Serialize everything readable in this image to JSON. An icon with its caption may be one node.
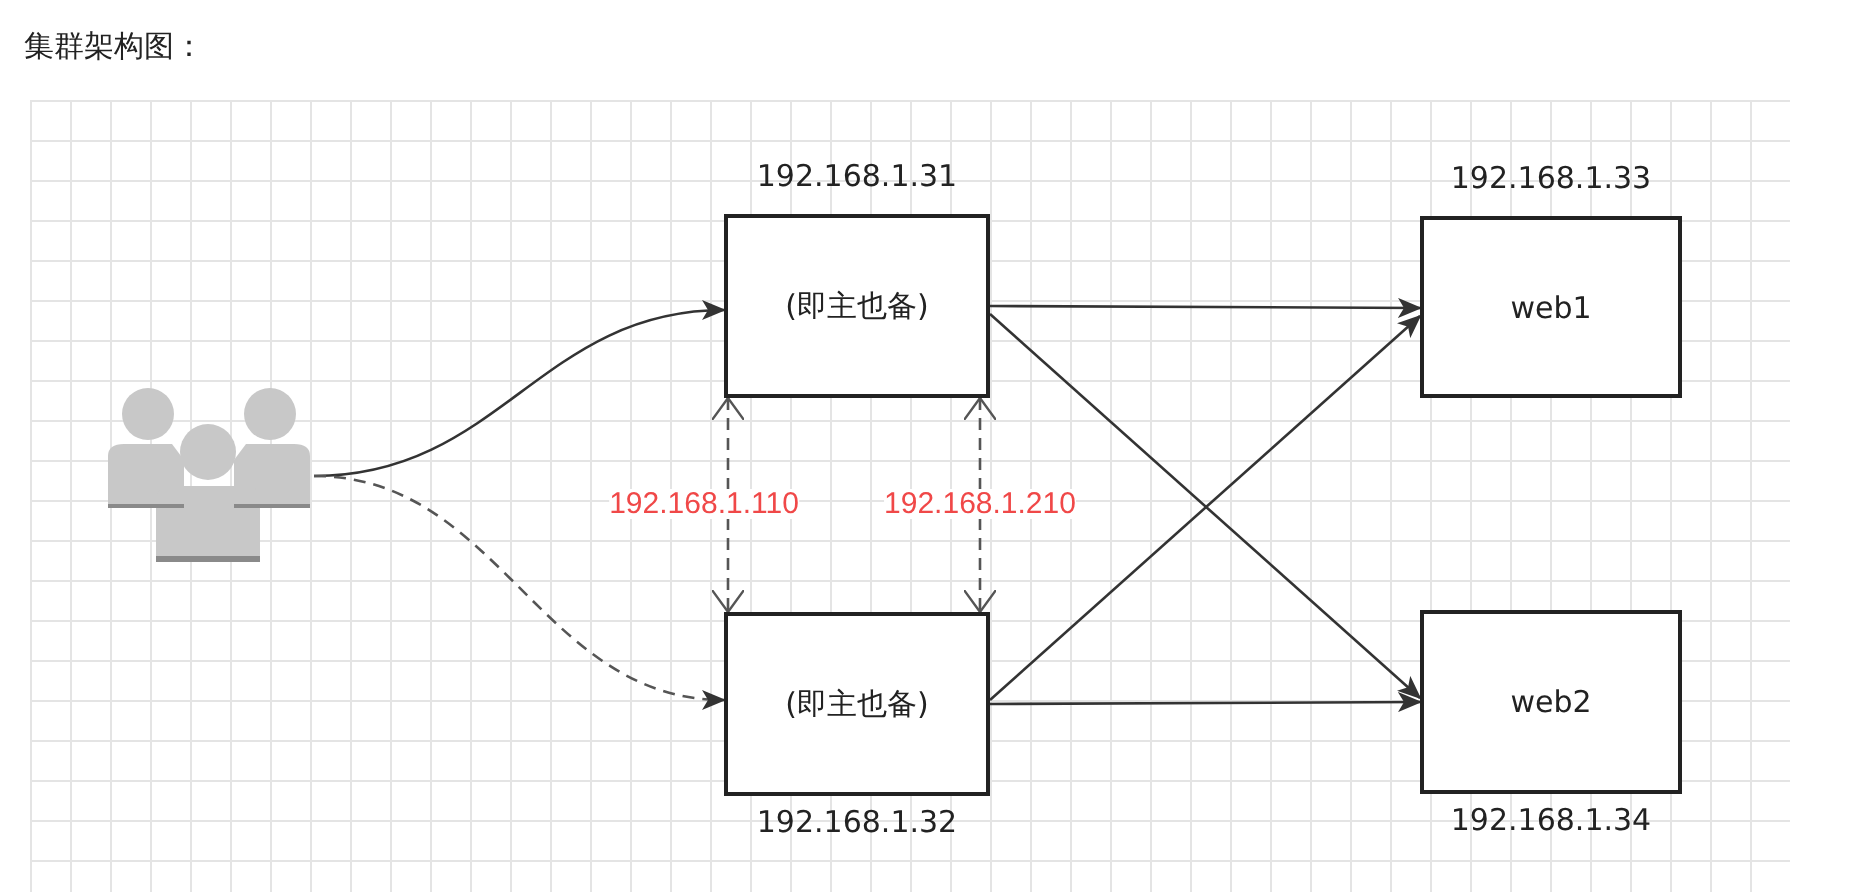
{
  "diagram": {
    "title": "集群架构图：",
    "nodes": [
      {
        "text": [],
        "shape": "person"
      },
      {
        "text": [
          "(即主也备)"
        ],
        "beside": [
          "192.168.1.31"
        ]
      },
      {
        "text": [
          "(即主也备)"
        ],
        "beside": [
          "192.168.1.32"
        ]
      },
      {
        "text": [
          "web1"
        ],
        "beside": [
          "192.168.1.33"
        ]
      },
      {
        "text": [
          "web2"
        ],
        "beside": [
          "192.168.1.34"
        ]
      }
    ],
    "edges": [
      {
        "from": 0,
        "to": 1,
        "arrow": "to"
      },
      {
        "from": 0,
        "to": 2,
        "arrow": "to",
        "style": "dashed"
      },
      {
        "from": 1,
        "to": 2,
        "arrow": "both",
        "style": "dashed",
        "label": "192.168.1.110"
      },
      {
        "from": 1,
        "to": 2,
        "arrow": "both",
        "style": "dashed",
        "label": "192.168.1.210"
      },
      {
        "from": 1,
        "to": 3,
        "arrow": "to"
      },
      {
        "from": 1,
        "to": 4,
        "arrow": "to"
      },
      {
        "from": 2,
        "to": 3,
        "arrow": "to"
      },
      {
        "from": 2,
        "to": 4,
        "arrow": "to"
      }
    ]
  }
}
